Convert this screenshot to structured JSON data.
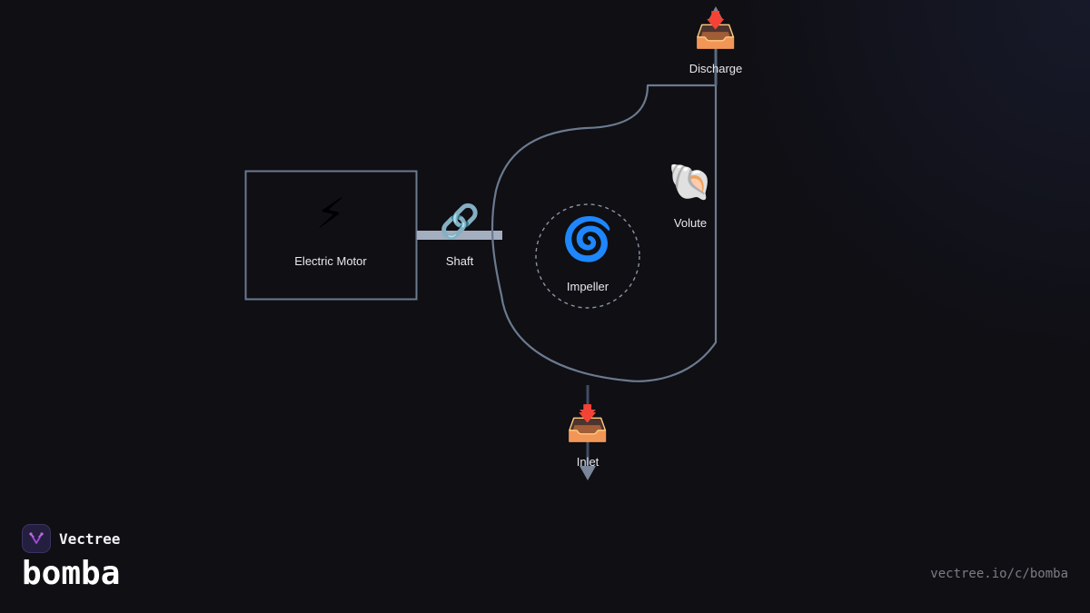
{
  "diagram": {
    "nodes": {
      "motor": {
        "label": "Electric Motor",
        "icon": "lightning-icon",
        "glyph": "⚡"
      },
      "shaft": {
        "label": "Shaft",
        "icon": "link-icon",
        "glyph": "🔗"
      },
      "impeller": {
        "label": "Impeller",
        "icon": "cyclone-icon",
        "glyph": "🌀"
      },
      "volute": {
        "label": "Volute",
        "icon": "spiral-shell-icon",
        "glyph": "🐚"
      },
      "discharge": {
        "label": "Discharge",
        "icon": "inbox-tray-icon",
        "glyph": "📥"
      },
      "inlet": {
        "label": "Inlet",
        "icon": "inbox-tray-icon",
        "glyph": "📥"
      }
    },
    "colors": {
      "outline": "#6b7a8f",
      "shaft": "#a3aebf",
      "arrow": "#e84a3c",
      "pipe": "#5a6a80"
    }
  },
  "branding": {
    "company": "Vectree",
    "project": "bomba",
    "url": "vectree.io/c/bomba",
    "logo_icon": "vectree-logo-icon",
    "accent": "#a24bd6"
  }
}
